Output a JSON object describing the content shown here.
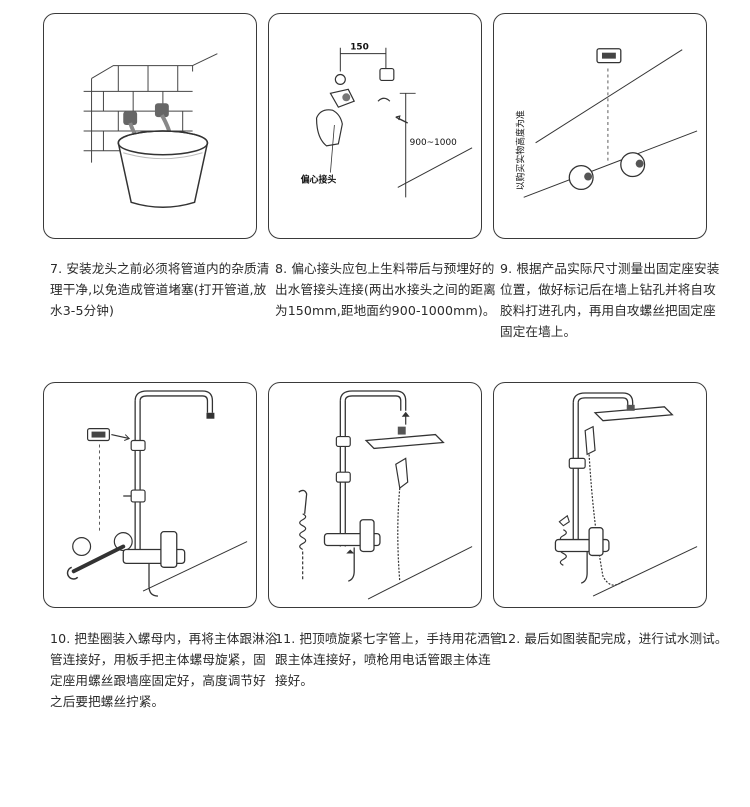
{
  "steps": [
    {
      "id": "7",
      "caption": "7. 安装龙头之前必须将管道内的杂质清理干净,以免造成管道堵塞(打开管道,放水3-5分钟)"
    },
    {
      "id": "8",
      "caption": "8. 偏心接头应包上生料带后与预埋好的出水管接头连接(两出水接头之间的距离为150mm,距地面约900-1000mm)。",
      "labels": {
        "distance": "150",
        "height": "900~1000",
        "fitting": "偏心接头"
      }
    },
    {
      "id": "9",
      "caption": "9. 根据产品实际尺寸测量出固定座安装位置，做好标记后在墙上钻孔并将自攻胶料打进孔内，再用自攻螺丝把固定座固定在墙上。",
      "labels": {
        "note": "以购买实物高度为准"
      }
    },
    {
      "id": "10",
      "caption": "10. 把垫圈装入螺母内，再将主体跟淋浴管连接好，用板手把主体螺母旋紧，固定座用螺丝跟墙座固定好，高度调节好之后要把螺丝拧紧。"
    },
    {
      "id": "11",
      "caption": "11. 把顶喷旋紧七字管上，手持用花洒管跟主体连接好，喷枪用电话管跟主体连接好。"
    },
    {
      "id": "12",
      "caption": "12. 最后如图装配完成，进行试水测试。"
    }
  ]
}
